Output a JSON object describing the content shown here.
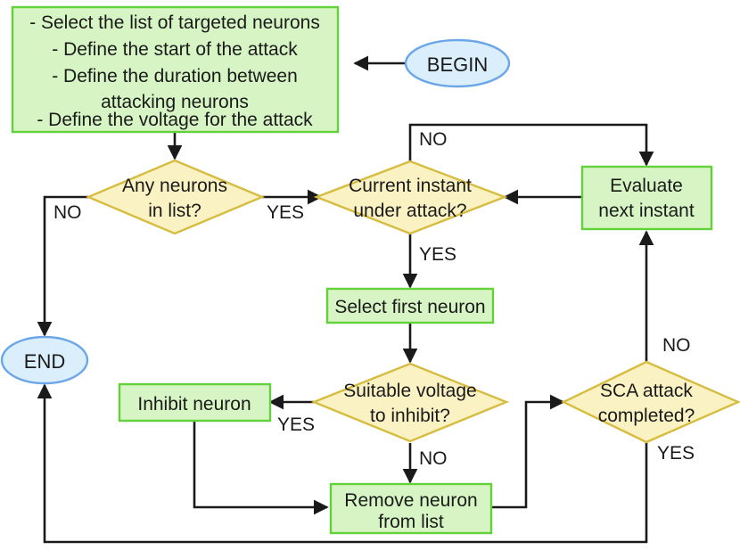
{
  "diagram": {
    "title": "SCA neuron attack flowchart",
    "colors": {
      "process_fill": "#d7f5c4",
      "process_stroke": "#63d13a",
      "decision_fill": "#fbf2c4",
      "decision_stroke": "#d6bc3f",
      "terminator_fill": "#dbeefc",
      "terminator_stroke": "#6ba6e8",
      "edge": "#1a1a1a",
      "background": "#ffffff"
    },
    "nodes": {
      "setup": {
        "type": "process",
        "lines": [
          "- Select the list of targeted neurons",
          "- Define the start of the attack",
          "- Define the duration between",
          "attacking neurons",
          "- Define the voltage for the attack"
        ]
      },
      "begin": {
        "type": "terminator",
        "label": "BEGIN"
      },
      "end": {
        "type": "terminator",
        "label": "END"
      },
      "any_neurons": {
        "type": "decision",
        "line1": "Any neurons",
        "line2": "in list?"
      },
      "current_instant": {
        "type": "decision",
        "line1": "Current instant",
        "line2": "under attack?"
      },
      "evaluate_next": {
        "type": "process",
        "line1": "Evaluate",
        "line2": "next instant"
      },
      "select_first": {
        "type": "process",
        "line1": "Select first neuron"
      },
      "suitable_voltage": {
        "type": "decision",
        "line1": "Suitable voltage",
        "line2": "to inhibit?"
      },
      "inhibit": {
        "type": "process",
        "line1": "Inhibit neuron"
      },
      "remove": {
        "type": "process",
        "line1": "Remove neuron",
        "line2": "from list"
      },
      "sca_completed": {
        "type": "decision",
        "line1": "SCA attack",
        "line2": "completed?"
      }
    },
    "edge_labels": {
      "any_neurons_no": "NO",
      "any_neurons_yes": "YES",
      "current_instant_no": "NO",
      "current_instant_yes": "YES",
      "suitable_yes": "YES",
      "suitable_no": "NO",
      "sca_no": "NO",
      "sca_yes": "YES"
    }
  }
}
